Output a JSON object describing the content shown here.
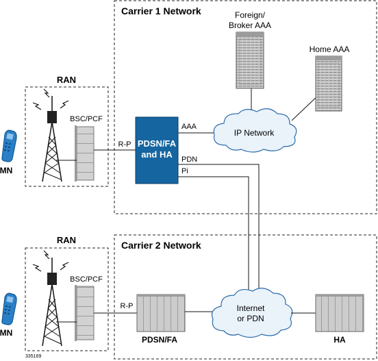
{
  "carrier1": {
    "title": "Carrier 1 Network"
  },
  "carrier2": {
    "title": "Carrier 2 Network"
  },
  "ran_top": {
    "title": "RAN",
    "bsc_label": "BSC/PCF",
    "mn_label": "MN",
    "rp_label": "R-P"
  },
  "ran_bottom": {
    "title": "RAN",
    "bsc_label": "BSC/PCF",
    "mn_label": "MN",
    "rp_label": "R-P"
  },
  "foreign_aaa": {
    "line1": "Foreign/",
    "line2": "Broker AAA"
  },
  "home_aaa": {
    "label": "Home AAA"
  },
  "pdsn_ha": {
    "line1": "PDSN/FA",
    "line2": "and HA",
    "aaa_label": "AAA",
    "pdn_label": "PDN",
    "pi_label": "Pi"
  },
  "ip_network": {
    "label": "IP Network"
  },
  "internet": {
    "line1": "Internet",
    "line2": "or PDN"
  },
  "pdsn_fa": {
    "label": "PDSN/FA"
  },
  "ha": {
    "label": "HA"
  },
  "figure_id": "335169",
  "colors": {
    "pdsn_fill": "#1565a0",
    "server_fill": "#c9c9c9",
    "cloud_fill": "#eaf2fa"
  }
}
